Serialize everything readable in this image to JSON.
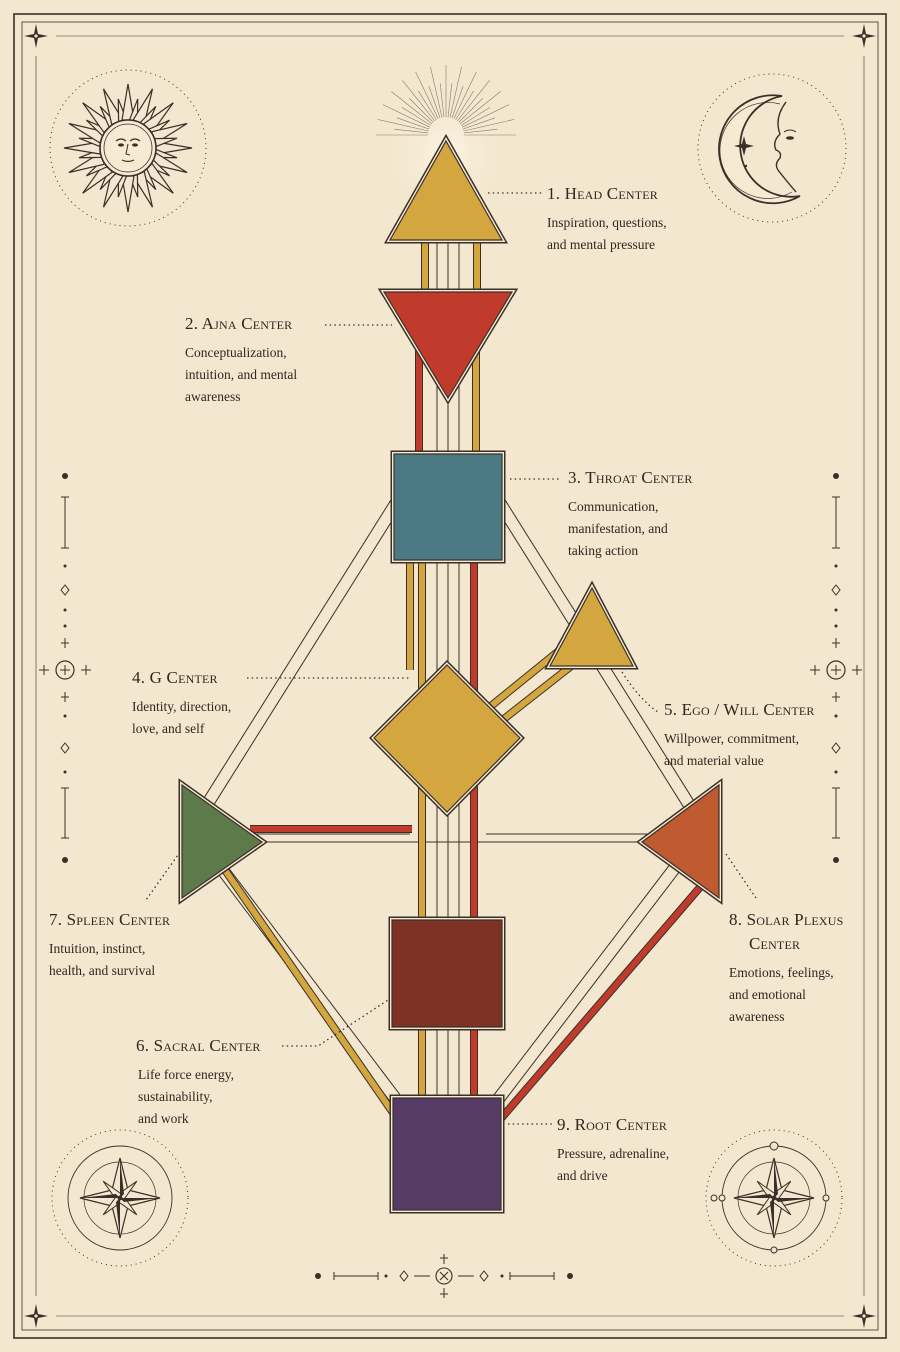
{
  "colors": {
    "background": "#f3e7d0",
    "ink": "#2f2720",
    "gold": "#d3a640",
    "red": "#c03b2c",
    "teal": "#4b7a85",
    "green": "#5c7a4a",
    "orange": "#c05a30",
    "maroon": "#7e3125",
    "purple": "#553b66"
  },
  "icons": {
    "sun": "sun-face-icon",
    "moon": "crescent-moon-face-icon",
    "compass_left": "compass-star-icon",
    "compass_right": "compass-star-icon",
    "bottom_ornament": "ornament-divider-icon"
  },
  "centers": [
    {
      "id": "head",
      "shape": "triangle-up",
      "color": "#d3a640",
      "title": "1. Head Center",
      "lines": [
        "Inspiration, questions,",
        "and mental pressure"
      ]
    },
    {
      "id": "ajna",
      "shape": "triangle-down",
      "color": "#c03b2c",
      "title": "2. Ajna Center",
      "lines": [
        "Conceptualization,",
        "intuition, and mental",
        "awareness"
      ]
    },
    {
      "id": "throat",
      "shape": "square",
      "color": "#4b7a85",
      "title": "3. Throat Center",
      "lines": [
        "Communication,",
        "manifestation, and",
        "taking action"
      ]
    },
    {
      "id": "g",
      "shape": "diamond",
      "color": "#d3a640",
      "title": "4. G Center",
      "lines": [
        "Identity, direction,",
        "love, and self"
      ]
    },
    {
      "id": "ego",
      "shape": "triangle-up",
      "color": "#d3a640",
      "title": "5. Ego / Will Center",
      "lines": [
        "Willpower, commitment,",
        "and material value"
      ]
    },
    {
      "id": "sacral",
      "shape": "square",
      "color": "#7e3125",
      "title": "6. Sacral Center",
      "lines": [
        "Life force energy,",
        "sustainability,",
        "and work"
      ]
    },
    {
      "id": "spleen",
      "shape": "triangle-right",
      "color": "#5c7a4a",
      "title": "7. Spleen Center",
      "lines": [
        "Intuition, instinct,",
        "health, and survival"
      ]
    },
    {
      "id": "solar",
      "shape": "triangle-left",
      "color": "#c05a30",
      "title": "8. Solar Plexus",
      "title2": "Center",
      "lines": [
        "Emotions, feelings,",
        "and emotional",
        "awareness"
      ]
    },
    {
      "id": "root",
      "shape": "square",
      "color": "#553b66",
      "title": "9. Root Center",
      "lines": [
        "Pressure, adrenaline,",
        "and drive"
      ]
    }
  ]
}
